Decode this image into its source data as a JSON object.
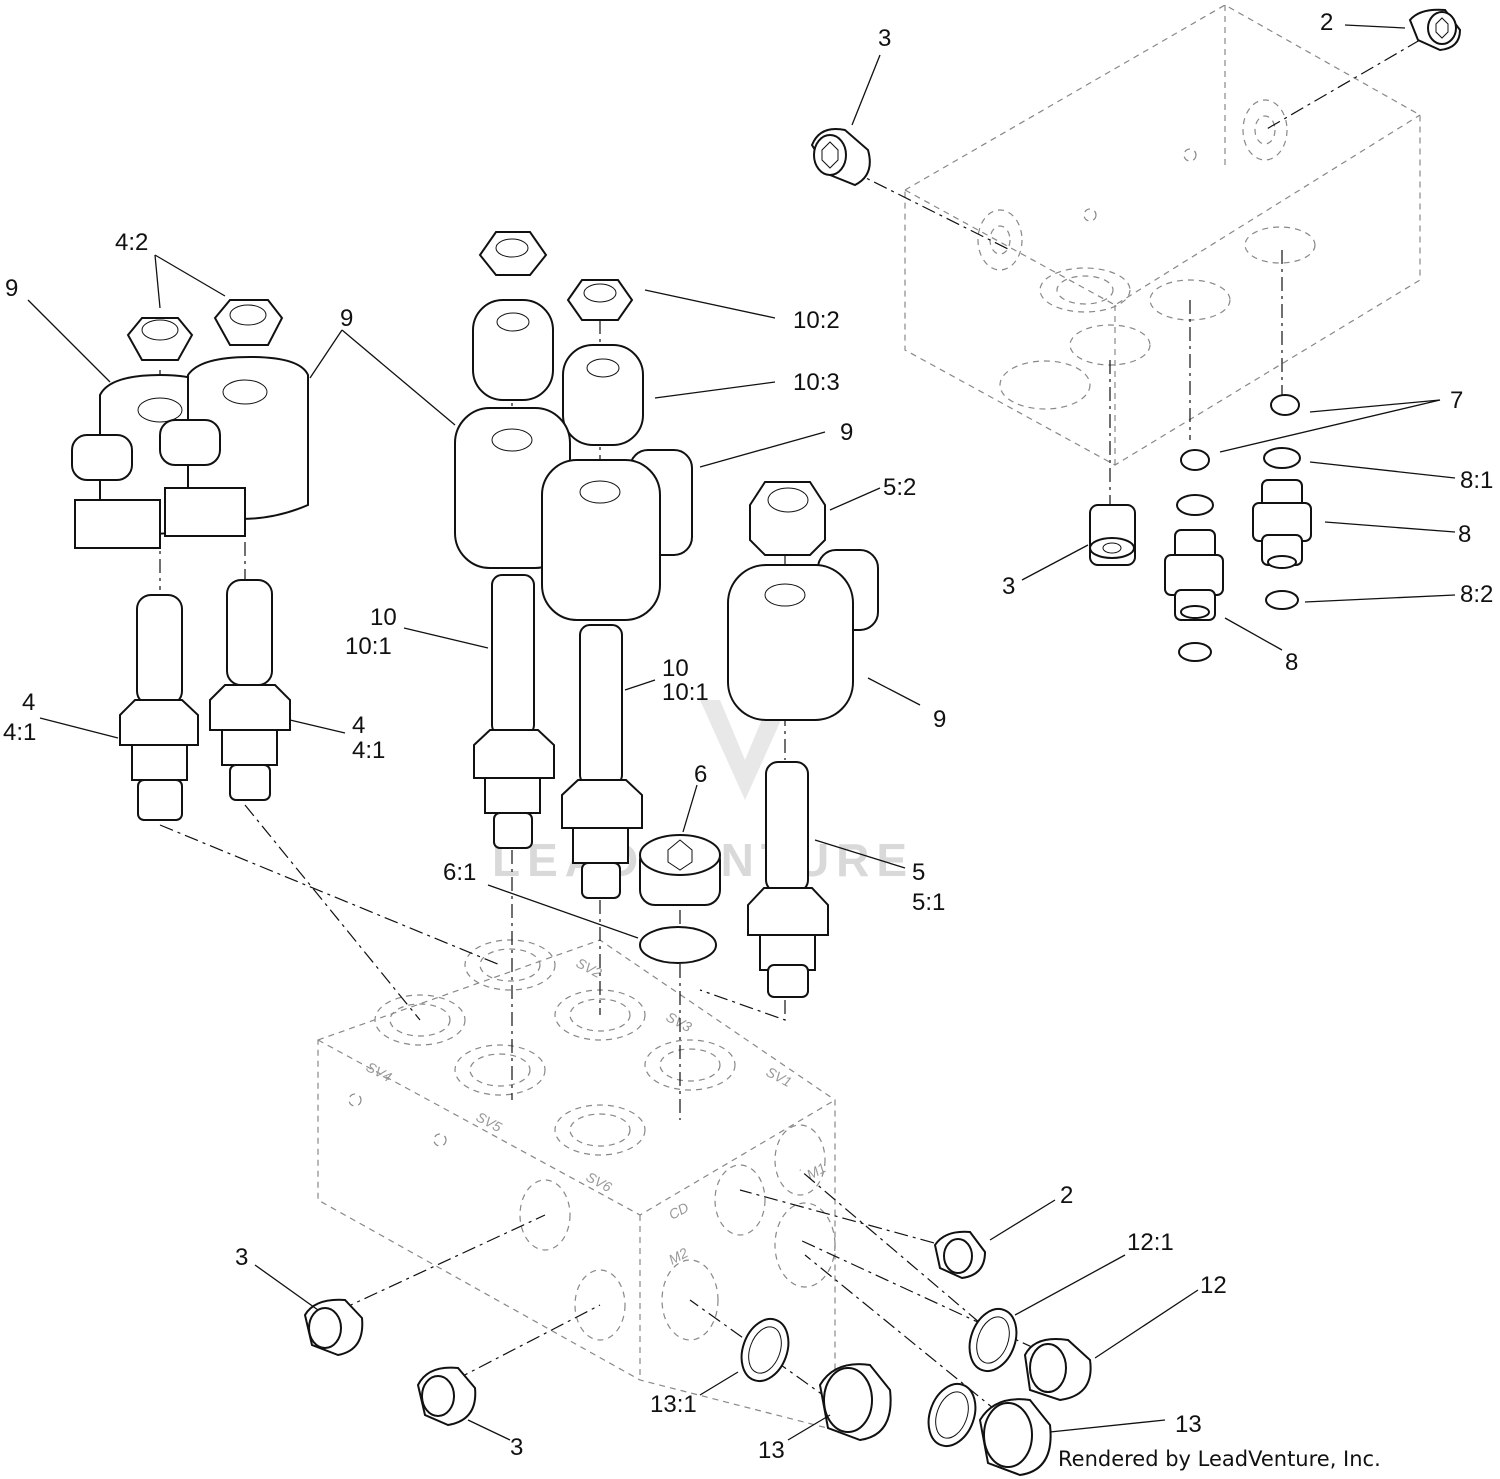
{
  "callouts": {
    "c_3_top": "3",
    "c_2_top": "2",
    "c_4_2": "4:2",
    "c_9_left": "9",
    "c_9_mid1": "9",
    "c_10_2": "10:2",
    "c_10_3": "10:3",
    "c_9_mid2": "9",
    "c_5_2": "5:2",
    "c_7": "7",
    "c_8_1": "8:1",
    "c_8_right": "8",
    "c_3_right": "3",
    "c_8_2": "8:2",
    "c_8_low": "8",
    "c_10_a": "10",
    "c_10_1_a": "10:1",
    "c_10_b": "10",
    "c_10_1_b": "10:1",
    "c_4_left": "4",
    "c_4_1_left": "4:1",
    "c_4_right": "4",
    "c_4_1_right": "4:1",
    "c_9_right": "9",
    "c_6": "6",
    "c_6_1": "6:1",
    "c_5": "5",
    "c_5_1": "5:1",
    "c_2_low": "2",
    "c_12_1": "12:1",
    "c_12": "12",
    "c_3_left": "3",
    "c_13_1": "13:1",
    "c_13_low": "13",
    "c_3_bottom": "3",
    "c_13_right": "13"
  },
  "port_labels": {
    "sv1": "SV1",
    "sv2": "SV2",
    "sv3": "SV3",
    "sv4": "SV4",
    "sv5": "SV5",
    "sv6": "SV6",
    "m1": "M1",
    "m2": "M2",
    "cd": "CD"
  },
  "watermark": "LEADVENTURE",
  "credit": "Rendered by LeadVenture, Inc."
}
